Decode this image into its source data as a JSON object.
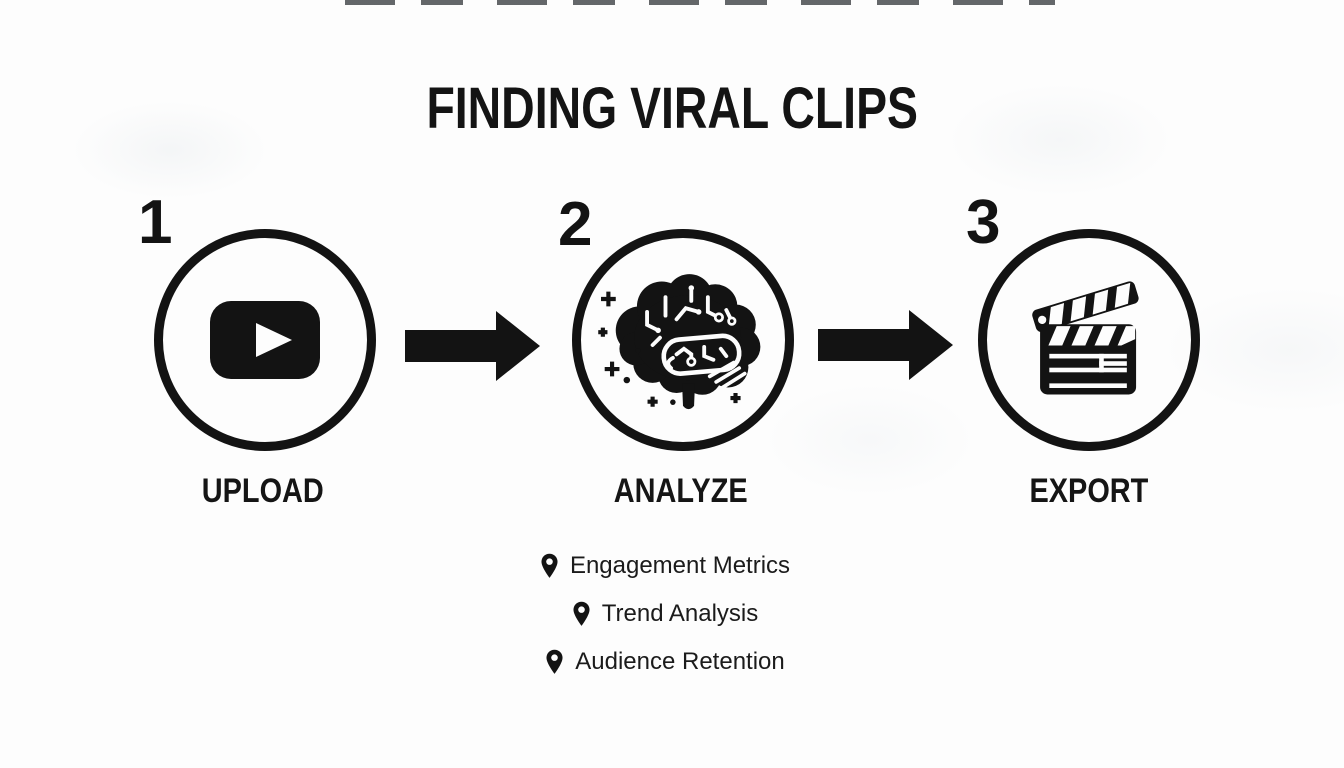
{
  "title": "FINDING VIRAL CLIPS",
  "steps": [
    {
      "number": "1",
      "label": "UPLOAD",
      "icon": "youtube-play-icon"
    },
    {
      "number": "2",
      "label": "ANALYZE",
      "icon": "brain-circuit-icon"
    },
    {
      "number": "3",
      "label": "EXPORT",
      "icon": "clapperboard-icon"
    }
  ],
  "arrows": [
    {
      "icon": "arrow-right-icon",
      "direction": "right"
    },
    {
      "icon": "arrow-right-icon",
      "direction": "right"
    }
  ],
  "analysis_points": [
    {
      "icon": "map-pin-icon",
      "label": "Engagement Metrics"
    },
    {
      "icon": "map-pin-icon",
      "label": "Trend Analysis"
    },
    {
      "icon": "map-pin-icon",
      "label": "Audience Retention"
    }
  ],
  "colors": {
    "background": "#fdfdfd",
    "ink": "#131313"
  }
}
